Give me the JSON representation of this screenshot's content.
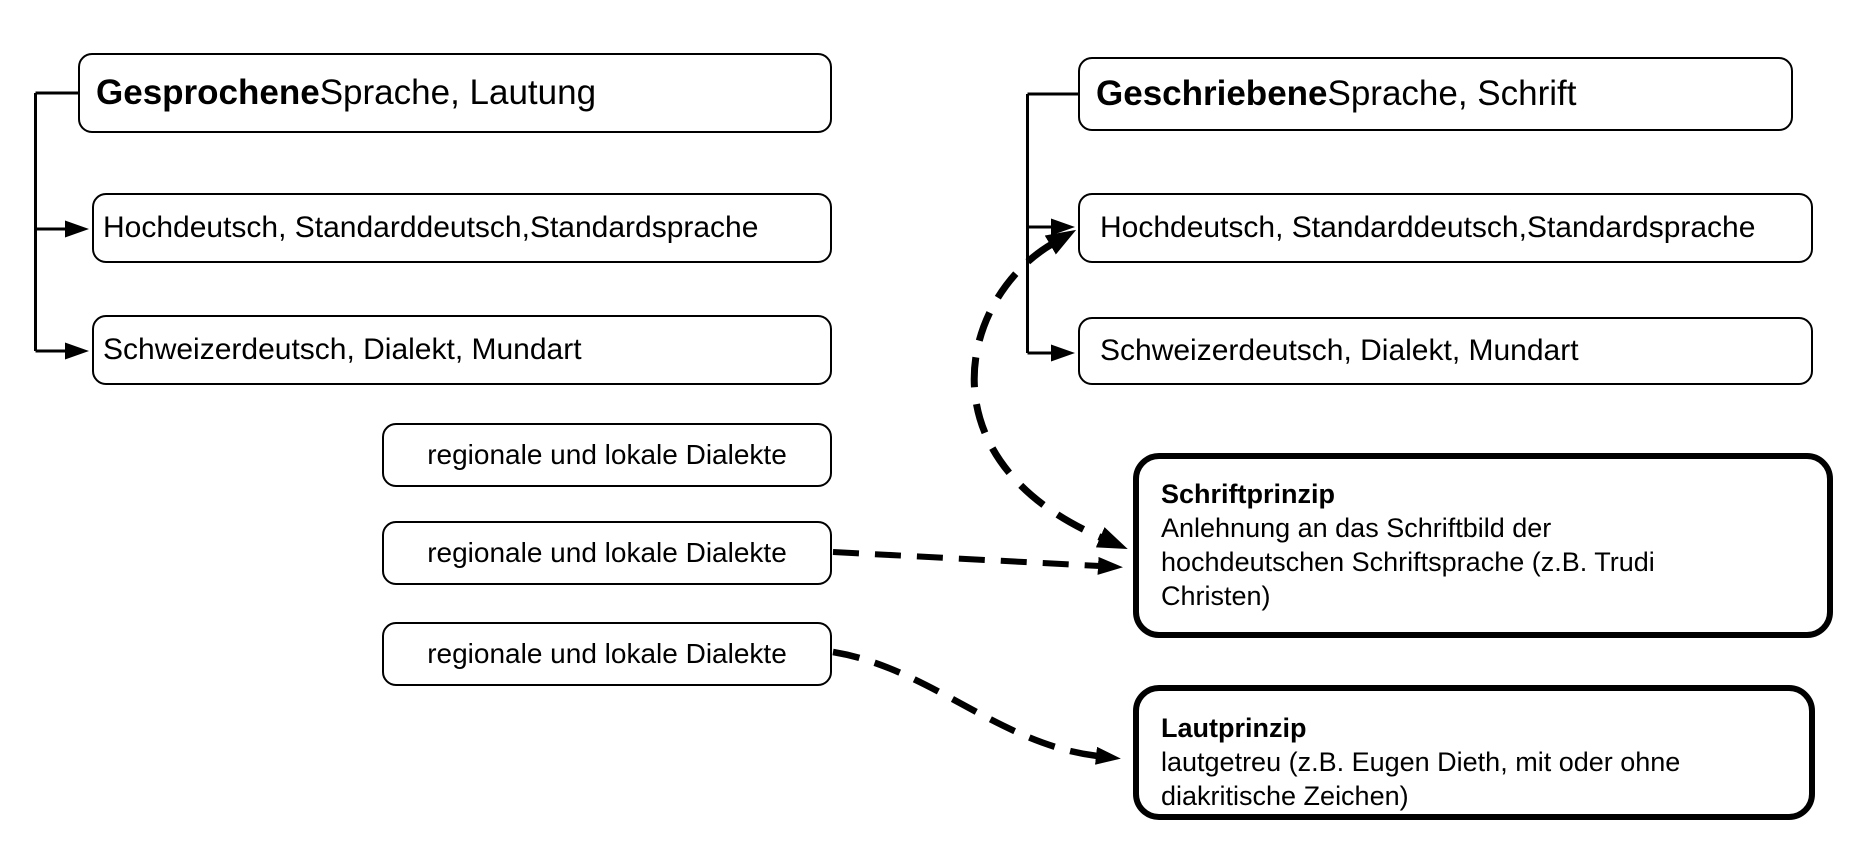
{
  "diagram": {
    "spoken": {
      "title_bold": "Gesprochene",
      "title_rest": " Sprache, Lautung",
      "standard": "Hochdeutsch, Standarddeutsch,Standardsprache",
      "dialect": "Schweizerdeutsch, Dialekt, Mundart"
    },
    "written": {
      "title_bold": "Geschriebene",
      "title_rest": " Sprache, Schrift",
      "standard": "Hochdeutsch, Standarddeutsch,Standardsprache",
      "dialect": "Schweizerdeutsch, Dialekt, Mundart"
    },
    "regional_boxes": [
      "regionale und lokale Dialekte",
      "regionale und lokale Dialekte",
      "regionale und lokale Dialekte"
    ],
    "schriftprinzip": {
      "title": "Schriftprinzip",
      "body": "Anlehnung an das Schriftbild der\nhochdeutschen Schriftsprache (z.B. Trudi\nChristen)"
    },
    "lautprinzip": {
      "title": "Lautprinzip",
      "body": "lautgetreu (z.B. Eugen Dieth, mit oder ohne\ndiakritische Zeichen)"
    },
    "colors": {
      "line": "#000000",
      "background": "#ffffff"
    }
  }
}
